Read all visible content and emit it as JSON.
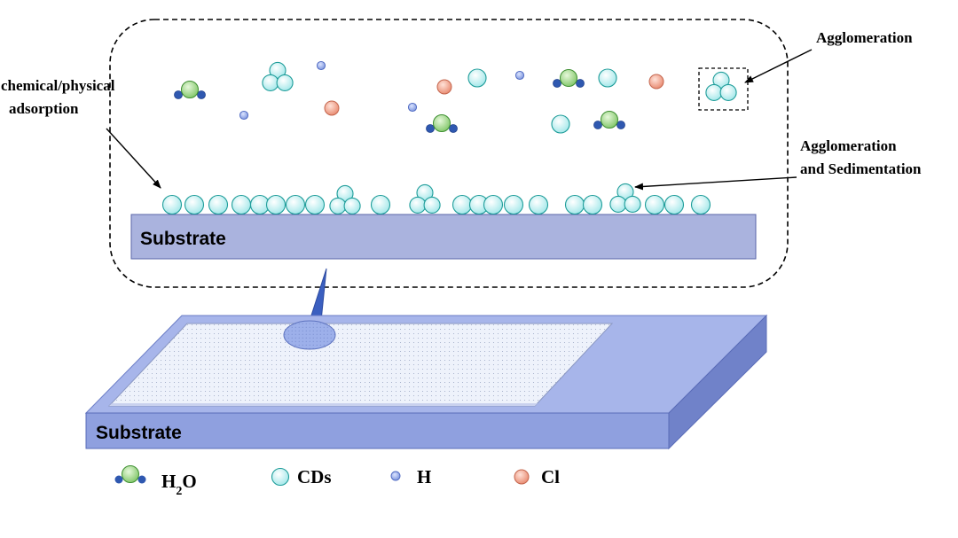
{
  "labels": {
    "adsorption_line1": "chemical/physical",
    "adsorption_line2": "adsorption",
    "agglomeration": "Agglomeration",
    "agglom_sed_line1": "Agglomeration",
    "agglom_sed_line2": "and Sedimentation",
    "substrate_upper": "Substrate",
    "substrate_lower": "Substrate"
  },
  "legend": {
    "h2o_main": "H",
    "h2o_sub": "2",
    "h2o_tail": "O",
    "cds": "CDs",
    "h": "H",
    "cl": "Cl"
  },
  "colors": {
    "cd_particle": "#bfeff0",
    "cd_outline": "#1f9d9a",
    "water_oxygen": "#9fd88a",
    "water_hydrogen": "#2f58b0",
    "h_atom": "#8fa6e6",
    "cl_atom": "#f2a08a",
    "substrate_fill": "#a9b3df",
    "substrate_3d_front": "#8e9fe0",
    "substrate_3d_top": "#a8b6ea",
    "substrate_3d_side": "#6f80c8",
    "film": "#eef2fb",
    "pointer": "#3b5fc0"
  }
}
